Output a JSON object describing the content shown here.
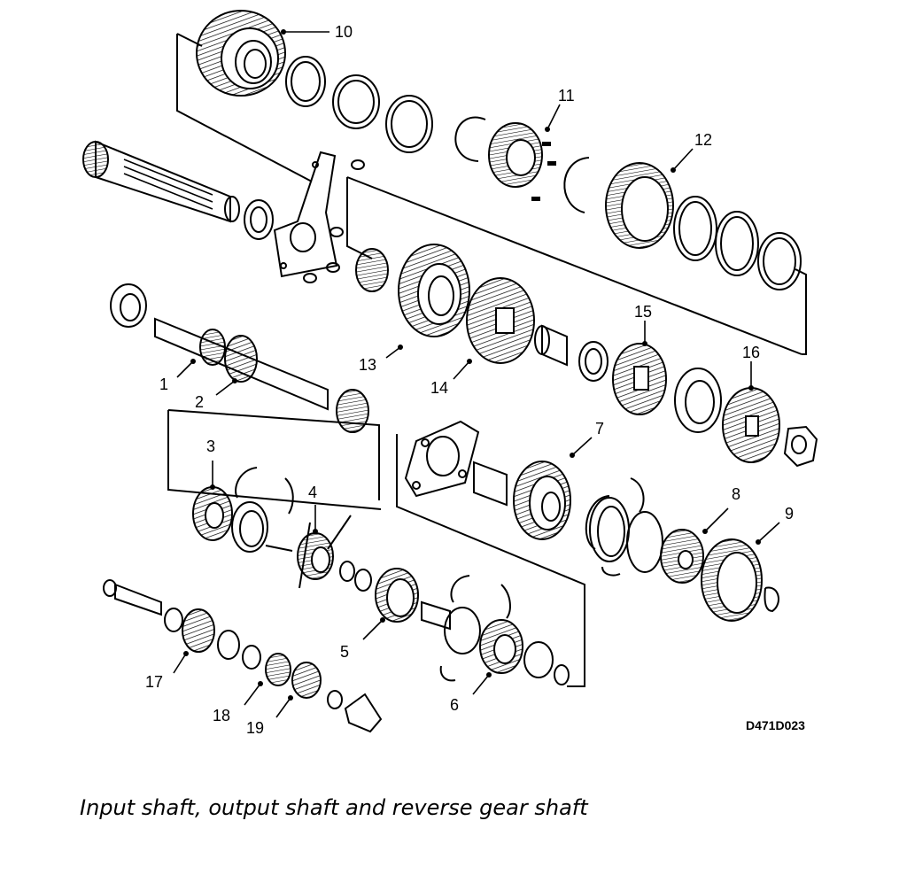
{
  "caption": "Input shaft, output shaft and reverse gear shaft",
  "figure_code": "D471D023",
  "callouts": [
    {
      "id": "1",
      "label": "1"
    },
    {
      "id": "2",
      "label": "2"
    },
    {
      "id": "3",
      "label": "3"
    },
    {
      "id": "4",
      "label": "4"
    },
    {
      "id": "5",
      "label": "5"
    },
    {
      "id": "6",
      "label": "6"
    },
    {
      "id": "7",
      "label": "7"
    },
    {
      "id": "8",
      "label": "8"
    },
    {
      "id": "9",
      "label": "9"
    },
    {
      "id": "10",
      "label": "10"
    },
    {
      "id": "11",
      "label": "11"
    },
    {
      "id": "12",
      "label": "12"
    },
    {
      "id": "13",
      "label": "13"
    },
    {
      "id": "14",
      "label": "14"
    },
    {
      "id": "15",
      "label": "15"
    },
    {
      "id": "16",
      "label": "16"
    },
    {
      "id": "17",
      "label": "17"
    },
    {
      "id": "18",
      "label": "18"
    },
    {
      "id": "19",
      "label": "19"
    }
  ]
}
